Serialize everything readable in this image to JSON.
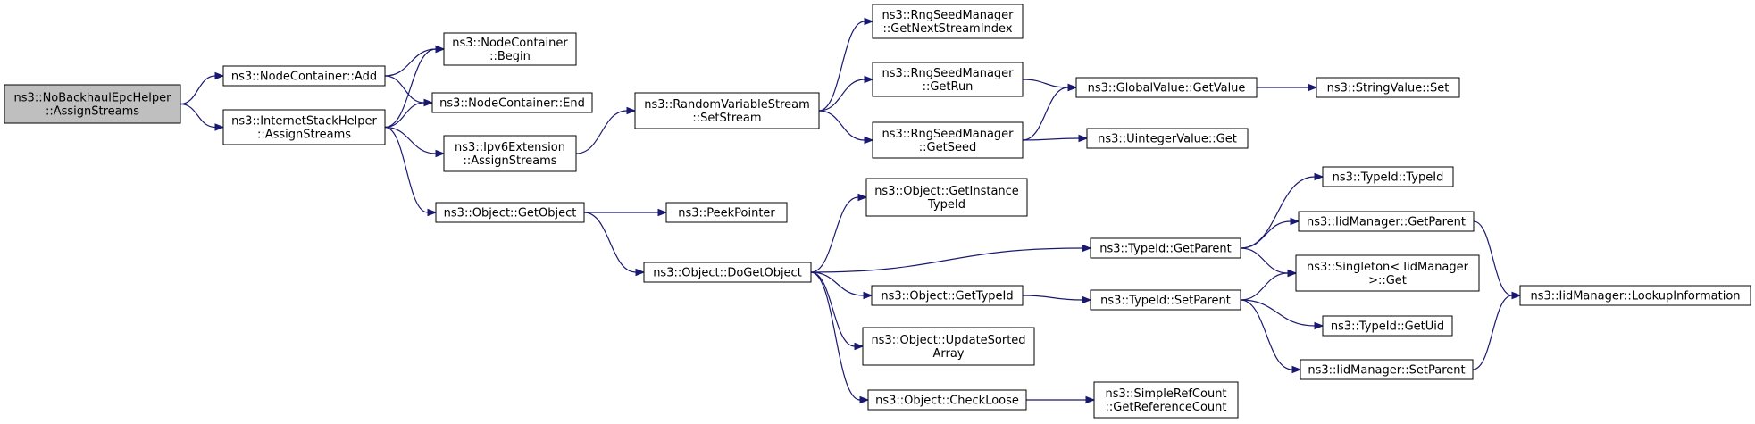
{
  "nodes": {
    "root": [
      "ns3::NoBackhaulEpcHelper",
      "::AssignStreams"
    ],
    "nc_add": [
      "ns3::NodeContainer::Add"
    ],
    "nc_begin": [
      "ns3::NodeContainer",
      "::Begin"
    ],
    "nc_end": [
      "ns3::NodeContainer::End"
    ],
    "ish_assign": [
      "ns3::InternetStackHelper",
      "::AssignStreams"
    ],
    "ipv6_assign": [
      "ns3::Ipv6Extension",
      "::AssignStreams"
    ],
    "rvs_setstream": [
      "ns3::RandomVariableStream",
      "::SetStream"
    ],
    "rsm_next": [
      "ns3::RngSeedManager",
      "::GetNextStreamIndex"
    ],
    "rsm_run": [
      "ns3::RngSeedManager",
      "::GetRun"
    ],
    "rsm_seed": [
      "ns3::RngSeedManager",
      "::GetSeed"
    ],
    "gv_getvalue": [
      "ns3::GlobalValue::GetValue"
    ],
    "sv_set": [
      "ns3::StringValue::Set"
    ],
    "uv_get": [
      "ns3::UintegerValue::Get"
    ],
    "obj_getobject": [
      "ns3::Object::GetObject"
    ],
    "peekpointer": [
      "ns3::PeekPointer"
    ],
    "obj_dogetobject": [
      "ns3::Object::DoGetObject"
    ],
    "obj_getinstance": [
      "ns3::Object::GetInstance",
      "TypeId"
    ],
    "obj_gettypeid": [
      "ns3::Object::GetTypeId"
    ],
    "obj_updatesorted": [
      "ns3::Object::UpdateSorted",
      "Array"
    ],
    "obj_checkloose": [
      "ns3::Object::CheckLoose"
    ],
    "tid_getparent": [
      "ns3::TypeId::GetParent"
    ],
    "tid_setparent": [
      "ns3::TypeId::SetParent"
    ],
    "tid_typeid": [
      "ns3::TypeId::TypeId"
    ],
    "iid_getparent": [
      "ns3::IidManager::GetParent"
    ],
    "singleton_get": [
      "ns3::Singleton< IidManager",
      ">::Get"
    ],
    "tid_getuid": [
      "ns3::TypeId::GetUid"
    ],
    "iid_setparent": [
      "ns3::IidManager::SetParent"
    ],
    "iid_lookup": [
      "ns3::IidManager::LookupInformation"
    ],
    "src_getrefcount": [
      "ns3::SimpleRefCount",
      "::GetReferenceCount"
    ]
  },
  "edges": [
    [
      "root",
      "nc_add"
    ],
    [
      "root",
      "ish_assign"
    ],
    [
      "nc_add",
      "nc_begin"
    ],
    [
      "nc_add",
      "nc_end"
    ],
    [
      "ish_assign",
      "nc_begin"
    ],
    [
      "ish_assign",
      "nc_end"
    ],
    [
      "ish_assign",
      "ipv6_assign"
    ],
    [
      "ish_assign",
      "obj_getobject"
    ],
    [
      "ipv6_assign",
      "rvs_setstream"
    ],
    [
      "rvs_setstream",
      "rsm_next"
    ],
    [
      "rvs_setstream",
      "rsm_run"
    ],
    [
      "rvs_setstream",
      "rsm_seed"
    ],
    [
      "rsm_run",
      "gv_getvalue"
    ],
    [
      "rsm_seed",
      "gv_getvalue"
    ],
    [
      "rsm_seed",
      "uv_get"
    ],
    [
      "gv_getvalue",
      "sv_set"
    ],
    [
      "obj_getobject",
      "peekpointer"
    ],
    [
      "obj_getobject",
      "obj_dogetobject"
    ],
    [
      "obj_dogetobject",
      "obj_getinstance"
    ],
    [
      "obj_dogetobject",
      "tid_getparent"
    ],
    [
      "obj_dogetobject",
      "obj_gettypeid"
    ],
    [
      "obj_dogetobject",
      "obj_updatesorted"
    ],
    [
      "obj_dogetobject",
      "obj_checkloose"
    ],
    [
      "obj_gettypeid",
      "tid_setparent"
    ],
    [
      "obj_checkloose",
      "src_getrefcount"
    ],
    [
      "tid_getparent",
      "tid_typeid"
    ],
    [
      "tid_getparent",
      "iid_getparent"
    ],
    [
      "tid_getparent",
      "singleton_get"
    ],
    [
      "tid_setparent",
      "singleton_get"
    ],
    [
      "tid_setparent",
      "tid_getuid"
    ],
    [
      "tid_setparent",
      "iid_setparent"
    ],
    [
      "iid_getparent",
      "iid_lookup"
    ],
    [
      "iid_setparent",
      "iid_lookup"
    ]
  ],
  "colors": {
    "edge": "#191970",
    "root_fill": "#bfbfbf",
    "node_fill": "#ffffff",
    "node_border": "#000000"
  }
}
